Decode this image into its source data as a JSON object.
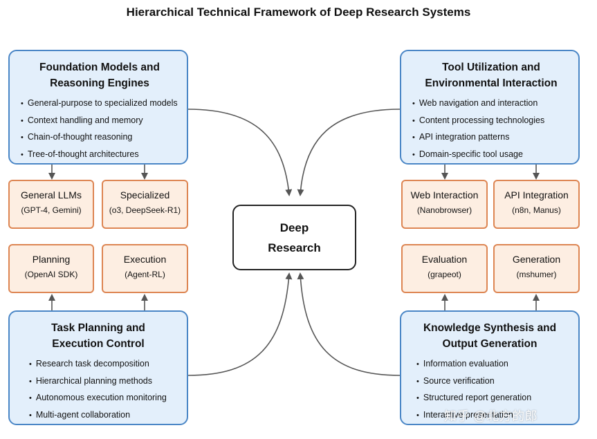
{
  "title": "Hierarchical Technical Framework of Deep Research Systems",
  "center": {
    "line1": "Deep",
    "line2": "Research"
  },
  "foundation": {
    "title_line1": "Foundation Models and",
    "title_line2": "Reasoning Engines",
    "items": [
      "General-purpose to specialized models",
      "Context handling and memory",
      "Chain-of-thought reasoning",
      "Tree-of-thought architectures"
    ]
  },
  "tools": {
    "title_line1": "Tool Utilization and",
    "title_line2": "Environmental Interaction",
    "items": [
      "Web navigation and interaction",
      "Content processing technologies",
      "API integration patterns",
      "Domain-specific tool usage"
    ]
  },
  "planning": {
    "title_line1": "Task Planning and",
    "title_line2": "Execution Control",
    "items": [
      "Research task decomposition",
      "Hierarchical planning methods",
      "Autonomous execution monitoring",
      "Multi-agent collaboration"
    ]
  },
  "synthesis": {
    "title_line1": "Knowledge Synthesis and",
    "title_line2": "Output Generation",
    "items": [
      "Information evaluation",
      "Source verification",
      "Structured report generation",
      "Interactive presentation"
    ]
  },
  "subboxes": {
    "general_llms": {
      "title": "General LLMs",
      "sub": "(GPT-4, Gemini)"
    },
    "specialized": {
      "title": "Specialized",
      "sub": "(o3, DeepSeek-R1)"
    },
    "planning": {
      "title": "Planning",
      "sub": "(OpenAI SDK)"
    },
    "execution": {
      "title": "Execution",
      "sub": "(Agent-RL)"
    },
    "web_interaction": {
      "title": "Web Interaction",
      "sub": "(Nanobrowser)"
    },
    "api_integration": {
      "title": "API Integration",
      "sub": "(n8n, Manus)"
    },
    "evaluation": {
      "title": "Evaluation",
      "sub": "(grapeot)"
    },
    "generation": {
      "title": "Generation",
      "sub": "(mshumer)"
    }
  },
  "watermark": "知乎 @北方的郎",
  "colors": {
    "main_fill": "#e3effb",
    "main_border": "#4a86c6",
    "sub_fill": "#fdeee2",
    "sub_border": "#dd8552",
    "arrow": "#555555",
    "center_border": "#222222"
  }
}
